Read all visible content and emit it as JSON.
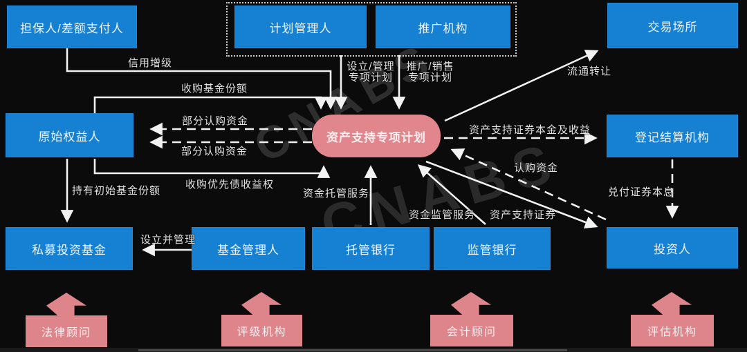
{
  "watermark": "CNABS",
  "colors": {
    "background": "#0b0b0b",
    "node_blue": "#1680d2",
    "plan_pink": "#e1868d",
    "advisor_pink": "#dd858b",
    "arrow_white": "#f2f2f2"
  },
  "nodes": {
    "guarantor": {
      "label": "担保人/差额支付人"
    },
    "plan_manager": {
      "label": "计划管理人"
    },
    "promoter": {
      "label": "推广机构"
    },
    "exchange": {
      "label": "交易场所"
    },
    "originator": {
      "label": "原始权益人"
    },
    "plan": {
      "label": "资产支持专项计划"
    },
    "registrar": {
      "label": "登记结算机构"
    },
    "private_fund": {
      "label": "私募投资基金"
    },
    "fund_manager": {
      "label": "基金管理人"
    },
    "custodian_bank": {
      "label": "托管银行"
    },
    "supervising_bank": {
      "label": "监管银行"
    },
    "investor": {
      "label": "投资人"
    }
  },
  "advisors": {
    "legal": {
      "label": "法律顾问"
    },
    "rating": {
      "label": "评级机构"
    },
    "accounting": {
      "label": "会计顾问"
    },
    "valuation": {
      "label": "评估机构"
    }
  },
  "edge_labels": {
    "credit_enhancement": "信用增级",
    "acquire_fund_shares": "收购基金份额",
    "partial_subscription_upper": "部分认购资金",
    "partial_subscription_lower": "部分认购资金",
    "setup_manage_line1": "设立/管理",
    "setup_manage_line2": "专项计划",
    "promote_sell_line1": "推广/销售",
    "promote_sell_line2": "专项计划",
    "circulation_transfer": "流通转让",
    "abs_principal_and_income": "资产支持证券本金及收益",
    "subscription_funds": "认购资金",
    "hold_initial_fund_shares": "持有初始基金份额",
    "acquire_priority_debt_rights": "收购优先债收益权",
    "fund_custody_service": "资金托管服务",
    "fund_supervision_service": "资金监管服务",
    "abs_securities": "资产支持证券",
    "redeem_principal_interest": "兑付证券本息",
    "setup_and_manage": "设立并管理"
  }
}
